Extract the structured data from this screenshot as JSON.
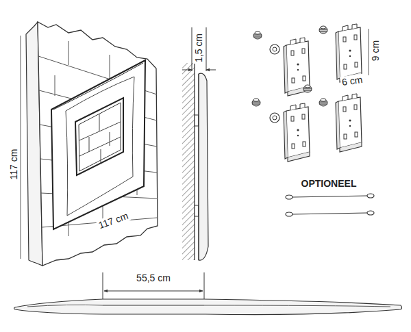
{
  "diagram": {
    "labels": [
      "1,5 cm",
      "9 cm",
      "6 cm",
      "117 cm",
      "117 cm",
      "OPTIONEEL",
      "55,5 cm"
    ]
  }
}
